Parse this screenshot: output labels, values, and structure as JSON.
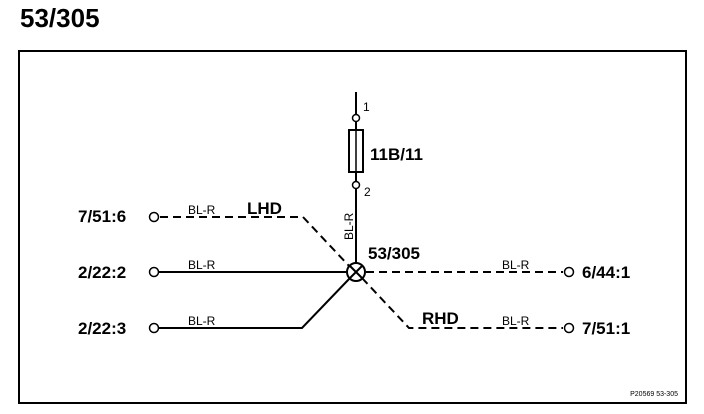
{
  "title": "53/305",
  "splice": {
    "label": "53/305"
  },
  "fuse": {
    "label": "11B/11",
    "pin_top": "1",
    "pin_bottom": "2"
  },
  "wire_vertical": {
    "color": "BL-R"
  },
  "connectors": {
    "left_top": "7/51:6",
    "left_mid": "2/22:2",
    "left_bot": "2/22:3",
    "right_mid": "6/44:1",
    "right_bot": "7/51:1"
  },
  "wires": {
    "left_top": "BL-R",
    "left_mid": "BL-R",
    "left_bot": "BL-R",
    "right_mid": "BL-R",
    "right_bot": "BL-R"
  },
  "variants": {
    "lhd": "LHD",
    "rhd": "RHD"
  },
  "reference": "P20569 53-305"
}
